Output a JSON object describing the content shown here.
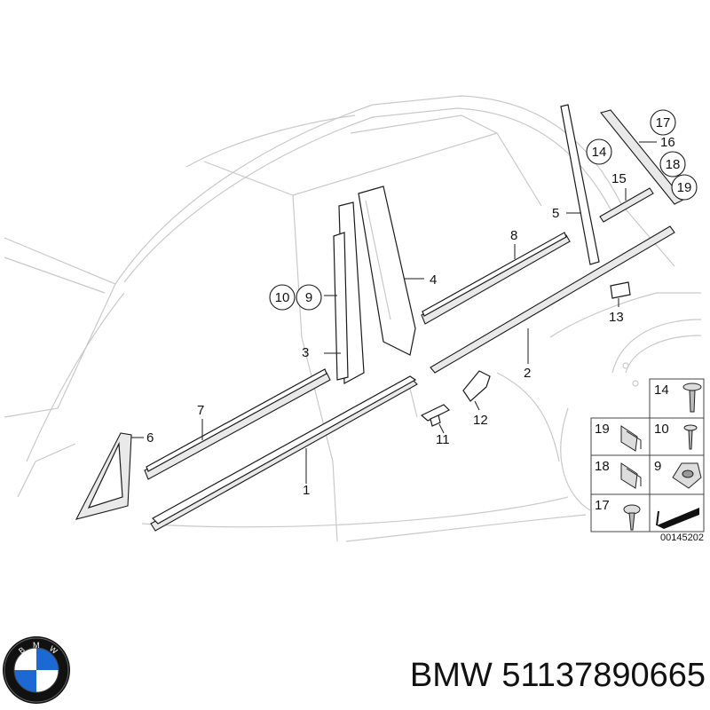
{
  "callouts": {
    "c1": "1",
    "c2": "2",
    "c3": "3",
    "c4": "4",
    "c5": "5",
    "c6": "6",
    "c7": "7",
    "c8": "8",
    "c9": "9",
    "c10": "10",
    "c11": "11",
    "c12": "12",
    "c13": "13",
    "c14": "14",
    "c15": "15",
    "c16": "16",
    "c17": "17",
    "c18": "18",
    "c19": "19"
  },
  "legend_grid": {
    "r1_right": "14",
    "r2_left": "19",
    "r2_right": "10",
    "r3_left": "18",
    "r3_right": "9",
    "r4_left": "17"
  },
  "diagram_code": "00145202",
  "brand": {
    "text": "BMW 51137890665",
    "logo_letters": "BMW",
    "colors": {
      "blue": "#1c69d4",
      "black": "#111111",
      "white": "#ffffff"
    }
  }
}
